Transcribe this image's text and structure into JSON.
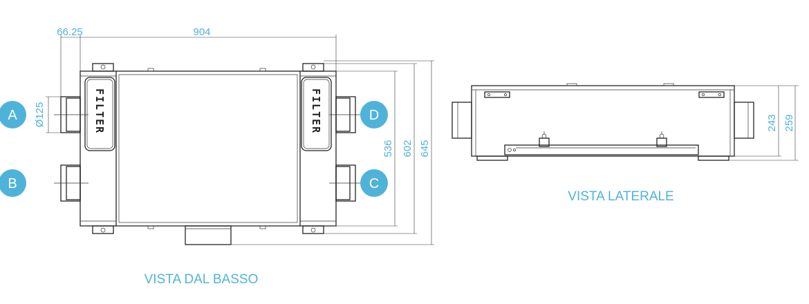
{
  "colors": {
    "accent": "#4fb3d9",
    "line": "#222222"
  },
  "bottom_view": {
    "caption": "VISTA DAL BASSO",
    "filter_label": "FILTER",
    "dims": {
      "offset": "66.25",
      "width": "904",
      "diameter": "Ø125",
      "h1": "536",
      "h2": "602",
      "h3": "645"
    },
    "ports": [
      "A",
      "B",
      "C",
      "D"
    ]
  },
  "side_view": {
    "caption": "VISTA LATERALE",
    "dims": {
      "h1": "243",
      "h2": "259"
    }
  }
}
